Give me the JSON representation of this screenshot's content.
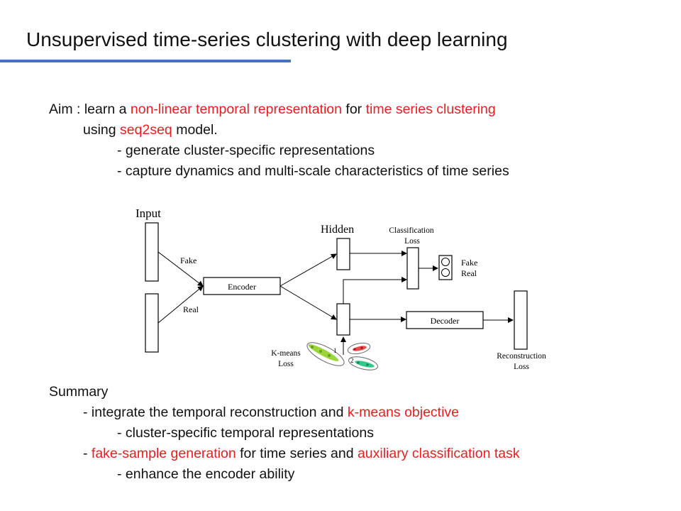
{
  "colors": {
    "accent": "#4472c4",
    "highlight": "#ee1c1c",
    "arrow": "#000000"
  },
  "slide": {
    "title": "Unsupervised time-series clustering with deep learning"
  },
  "aim": {
    "line1": {
      "prefix": "Aim : learn a ",
      "h1": "non-linear temporal representation",
      "mid": " for ",
      "h2": "time series clustering"
    },
    "line2": {
      "prefix": "using ",
      "h1": "seq2seq",
      "suffix": " model."
    },
    "bullets": [
      "- generate cluster-specific representations",
      "- capture dynamics and multi-scale characteristics of time series"
    ]
  },
  "diagram": {
    "input_label": "Input",
    "fake_label": "Fake",
    "real_label": "Real",
    "encoder_label": "Encoder",
    "hidden_label": "Hidden",
    "classification_loss_line1": "Classification",
    "classification_loss_line2": "Loss",
    "out_fake": "Fake",
    "out_real": "Real",
    "decoder_label": "Decoder",
    "reconstruction_loss_line1": "Reconstruction",
    "reconstruction_loss_line2": "Loss",
    "kmeans_loss_line1": "K-means",
    "kmeans_loss_line2": "Loss",
    "cluster_labels": [
      "1",
      "2"
    ]
  },
  "summary": {
    "heading": "Summary",
    "item1": {
      "prefix": "- integrate the temporal reconstruction and ",
      "h1": "k-means objective"
    },
    "item1_sub": "- cluster-specific temporal representations",
    "item2": {
      "prefix": "- ",
      "h1": "fake-sample generation",
      "mid": " for time series and ",
      "h2": "auxiliary classification task"
    },
    "item2_sub": "- enhance the encoder ability"
  }
}
